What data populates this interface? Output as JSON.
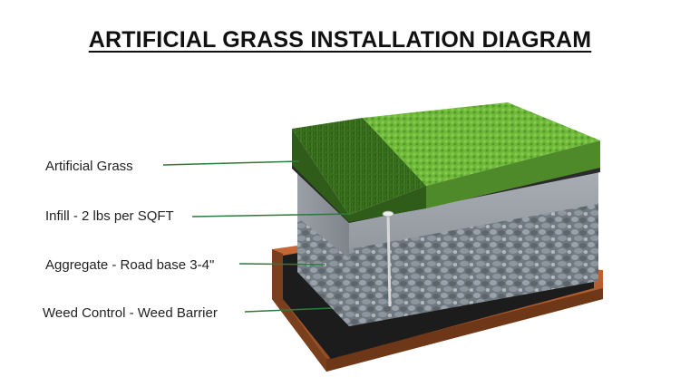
{
  "title": "ARTIFICIAL GRASS INSTALLATION DIAGRAM",
  "layers": [
    {
      "label": "Artificial Grass"
    },
    {
      "label": "Infill - 2 lbs per SQFT"
    },
    {
      "label": "Aggregate - Road base 3-4\""
    },
    {
      "label": "Weed Control - Weed Barrier"
    }
  ],
  "colors": {
    "grass_dark": "#3f7a22",
    "grass_light": "#6fb83a",
    "stone": "#8e949a",
    "gravel": "#6f7880",
    "barrier": "#1c1c1c",
    "wood": "#a0522d",
    "leader_line": "#2e7a3a"
  }
}
